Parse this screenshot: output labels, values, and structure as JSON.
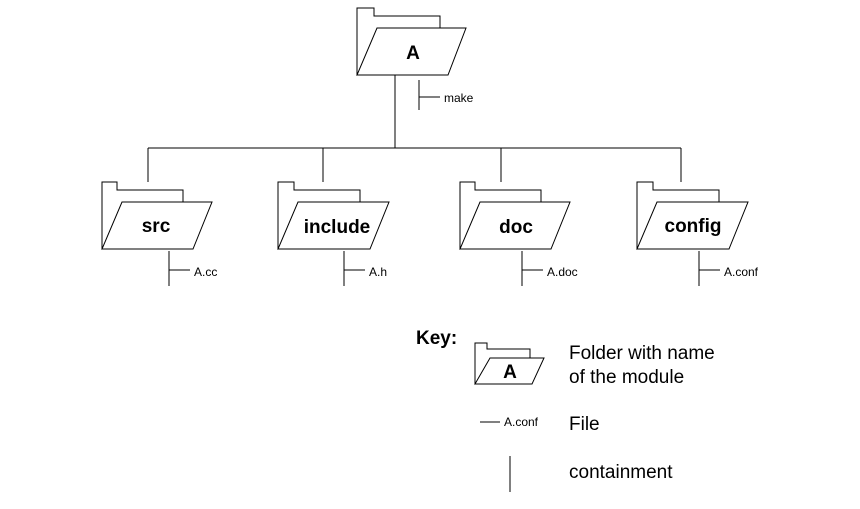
{
  "root": {
    "name": "A",
    "file": "make"
  },
  "modules": [
    {
      "name": "src",
      "file": "A.cc"
    },
    {
      "name": "include",
      "file": "A.h"
    },
    {
      "name": "doc",
      "file": "A.doc"
    },
    {
      "name": "config",
      "file": "A.conf"
    }
  ],
  "key": {
    "title": "Key:",
    "folder_sample": "A",
    "folder_desc_line1": "Folder with name",
    "folder_desc_line2": "of the module",
    "file_sample": "A.conf",
    "file_desc": "File",
    "containment_desc": "containment"
  }
}
